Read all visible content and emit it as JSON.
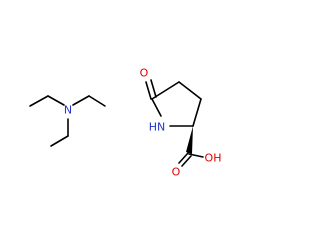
{
  "structure": {
    "molecules": [
      {
        "atom_labels": [
          {
            "id": "n1",
            "text": "N",
            "color": "#2233cc"
          }
        ]
      },
      {
        "atom_labels": [
          {
            "id": "o-keto",
            "text": "O",
            "color": "#e00000"
          },
          {
            "id": "nh",
            "text": "HN",
            "color": "#2233cc"
          },
          {
            "id": "o-carbonyl",
            "text": "O",
            "color": "#e00000"
          },
          {
            "id": "oh",
            "text": "OH",
            "color": "#e00000"
          }
        ]
      }
    ],
    "colors": {
      "bond": "#000000",
      "nitrogen": "#2233cc",
      "oxygen": "#e00000"
    }
  }
}
